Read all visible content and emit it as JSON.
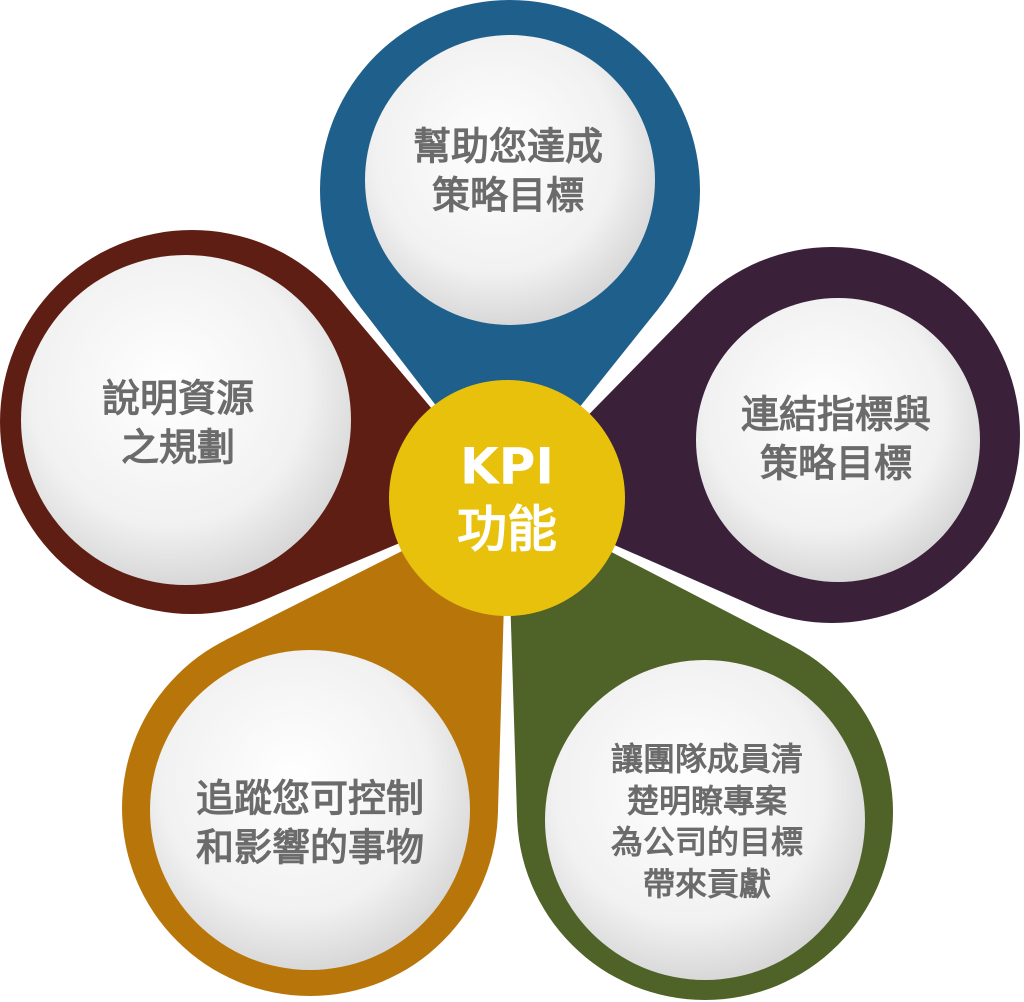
{
  "center": {
    "lines": [
      "KPI",
      "功能"
    ],
    "color": "#e8c10c"
  },
  "petals": [
    {
      "name": "help-achieve-strategy",
      "lines": [
        "幫助您達成",
        "策略目標"
      ],
      "color": "#1f5f8b"
    },
    {
      "name": "link-indicators-strategy",
      "lines": [
        "連結指標與",
        "策略目標"
      ],
      "color": "#3a2139"
    },
    {
      "name": "team-contribution",
      "lines": [
        "讓團隊成員清",
        "楚明瞭專案",
        "為公司的目標",
        "帶來貢獻"
      ],
      "color": "#4f6228"
    },
    {
      "name": "track-controllable",
      "lines": [
        "追蹤您可控制",
        "和影響的事物"
      ],
      "color": "#b8760a"
    },
    {
      "name": "explain-resource-planning",
      "lines": [
        "說明資源",
        "之規劃"
      ],
      "color": "#5e1e14"
    }
  ]
}
